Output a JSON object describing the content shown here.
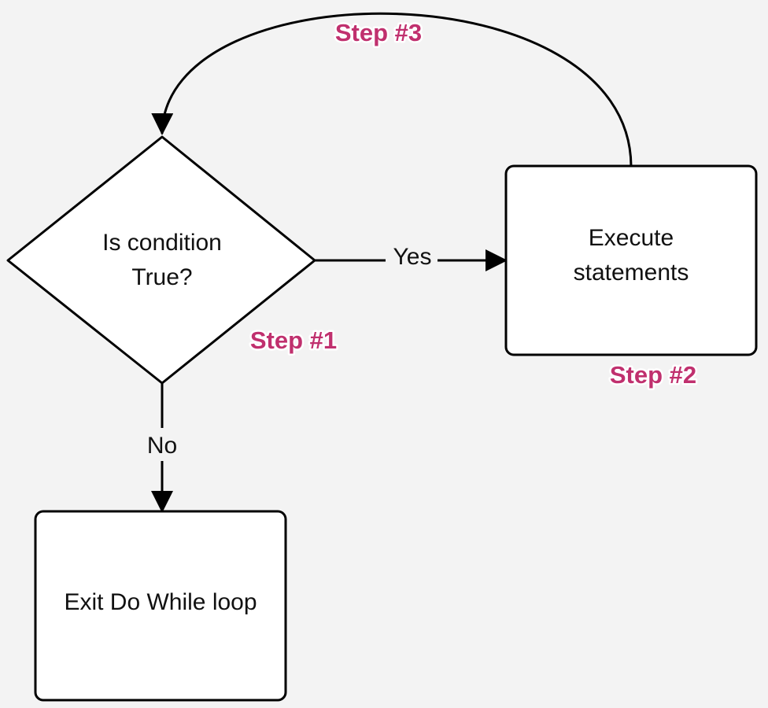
{
  "diagram": {
    "nodes": {
      "condition": {
        "shape": "diamond",
        "lines": [
          "Is condition",
          "True?"
        ]
      },
      "execute": {
        "shape": "rounded-rectangle",
        "lines": [
          "Execute",
          "statements"
        ]
      },
      "exit": {
        "shape": "rounded-rectangle",
        "lines": [
          "Exit Do While loop"
        ]
      }
    },
    "edges": {
      "yes": {
        "from": "condition",
        "to": "execute",
        "label": "Yes"
      },
      "no": {
        "from": "condition",
        "to": "exit",
        "label": "No"
      },
      "loop_back": {
        "from": "execute",
        "to": "condition",
        "label": ""
      }
    },
    "steps": {
      "step1": "Step #1",
      "step2": "Step #2",
      "step3": "Step #3"
    },
    "colors": {
      "background": "#f3f3f3",
      "shape_fill": "#ffffff",
      "stroke": "#000000",
      "step_label": "#c0306e"
    }
  }
}
